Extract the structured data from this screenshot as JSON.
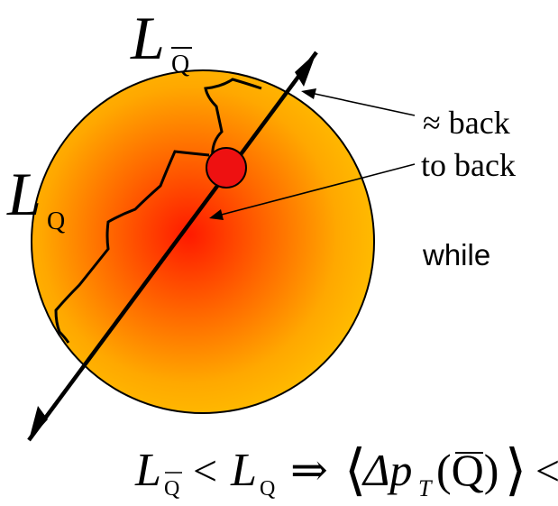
{
  "diagram": {
    "colors": {
      "fireball_center": "#ff1a00",
      "fireball_edge": "#ffc400",
      "outline": "#000000",
      "quark_dot": "#ee1111"
    },
    "labels": {
      "l_qbar": {
        "main": "L",
        "sub": "Q",
        "sub_overline": true
      },
      "l_q": {
        "main": "L",
        "sub": "Q"
      },
      "back_to_back_line1": "≈ back",
      "back_to_back_line2": "to back",
      "while": "while"
    },
    "formula": {
      "lhs_main": "L",
      "lhs_sub": "Q",
      "lt": "<",
      "rhs_main": "L",
      "rhs_sub": "Q",
      "implies": "⇒",
      "langle": "⟨",
      "delta_p": "Δp",
      "subscript_t": "T",
      "quark": "(Q)",
      "rangle": "⟩",
      "trailing": "<"
    }
  }
}
